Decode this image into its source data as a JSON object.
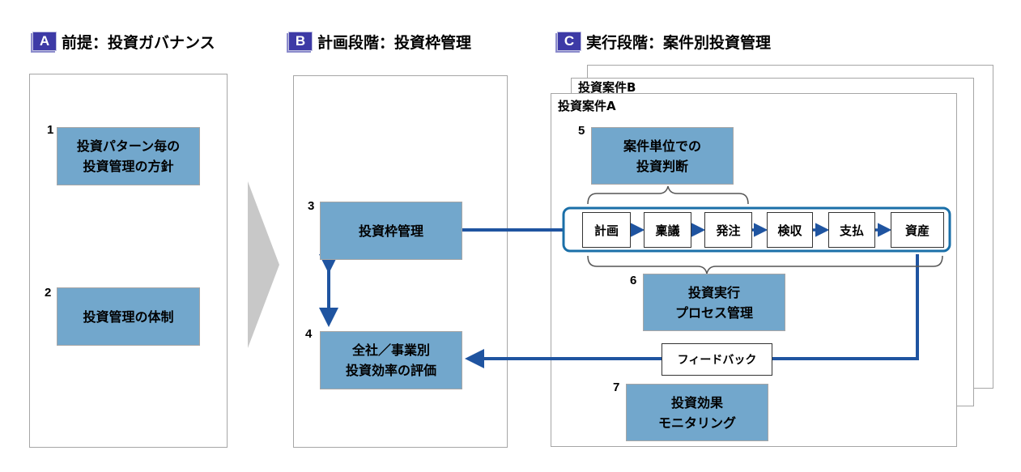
{
  "sections": [
    {
      "letter": "A",
      "title": "前提：投資ガバナンス"
    },
    {
      "letter": "B",
      "title": "計画段階：投資枠管理"
    },
    {
      "letter": "C",
      "title": "実行段階：案件別投資管理"
    }
  ],
  "boxes": {
    "b1": {
      "num": "1",
      "line1": "投資パターン毎の",
      "line2": "投資管理の方針"
    },
    "b2": {
      "num": "2",
      "line1": "投資管理の体制"
    },
    "b3": {
      "num": "3",
      "line1": "投資枠管理"
    },
    "b4": {
      "num": "4",
      "line1": "全社／事業別",
      "line2": "投資効率の評価"
    },
    "b5": {
      "num": "5",
      "line1": "案件単位での",
      "line2": "投資判断"
    },
    "b6": {
      "num": "6",
      "line1": "投資実行",
      "line2": "プロセス管理"
    },
    "b7": {
      "num": "7",
      "line1": "投資効果",
      "line2": "モニタリング"
    }
  },
  "cases": {
    "case_b": "投資案件B",
    "case_a": "投資案件A"
  },
  "process_steps": [
    "計画",
    "稟議",
    "発注",
    "検収",
    "支払",
    "資産"
  ],
  "feedback": "フィードバック",
  "colors": {
    "badge": "#3d3aa6",
    "box": "#72a7cc",
    "arrow": "#1f54a0",
    "chevron": "#c8c8c8"
  }
}
